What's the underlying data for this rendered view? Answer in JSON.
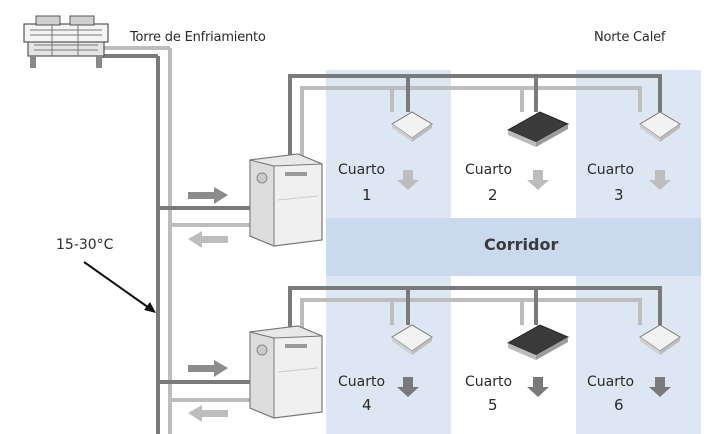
{
  "labels": {
    "cooling_tower": "Torre de Enfriamiento",
    "orientation": "Norte Calef",
    "temperature": "15-30°C",
    "corridor": "Corridor"
  },
  "rooms": [
    {
      "word": "Cuarto",
      "number": "1"
    },
    {
      "word": "Cuarto",
      "number": "2"
    },
    {
      "word": "Cuarto",
      "number": "3"
    },
    {
      "word": "Cuarto",
      "number": "4"
    },
    {
      "word": "Cuarto",
      "number": "5"
    },
    {
      "word": "Cuarto",
      "number": "6"
    }
  ],
  "colors": {
    "room_shaded": "#dde6f3",
    "room_white": "#ffffff",
    "corridor_band": "#c9d9ee",
    "pipe_dark": "#7a7a7a",
    "pipe_light": "#bdbdbd",
    "arrow_gray": "#8c8c8c",
    "unit_body": "#eeeeee"
  },
  "icons": [
    "cooling-tower-icon",
    "water-source-unit-icon",
    "ceiling-cassette-icon",
    "airflow-arrow-icon",
    "flow-arrow-icon"
  ]
}
